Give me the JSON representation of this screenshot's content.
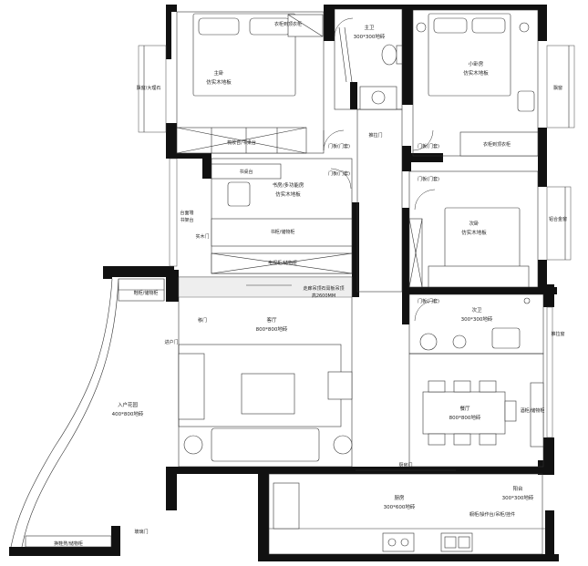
{
  "rooms": {
    "master_bedroom": {
      "name": "主卧",
      "floor": "仿实木地板"
    },
    "master_bath": {
      "name": "主卫",
      "floor": "300*300地砖"
    },
    "small_bedroom": {
      "name": "小卧房",
      "floor": "仿实木地板"
    },
    "study": {
      "name": "书房/多功能房",
      "floor": "仿实木地板"
    },
    "second_bedroom": {
      "name": "次卧",
      "floor": "仿实木地板"
    },
    "guest_bath": {
      "name": "次卫",
      "floor": "300*300地砖"
    },
    "living_room": {
      "name": "客厅",
      "floor": "800*800地砖"
    },
    "dining_room": {
      "name": "餐厅",
      "floor": "800*800地砖"
    },
    "entrance_garden": {
      "name": "入户花园",
      "floor": "400*800地砖"
    },
    "kitchen": {
      "name": "厨房",
      "floor": "300*600地砖"
    },
    "balcony": {
      "name": "阳台",
      "floor": "300*300地砖"
    }
  },
  "notes": {
    "master_wardrobe": "衣柜到顶衣柜",
    "dressing_table": "梳妆台/书桌台",
    "small_wardrobe": "衣柜到顶衣柜",
    "bay_window_left": "飘窗/大理石",
    "bay_window_right": "飘窗",
    "window_right": "铝合金窗",
    "master_door": "门板(门套)",
    "door_label_2": "门板(门套)",
    "door_label_3": "门板(门套)",
    "door_label_4": "门板(门套)",
    "door_label_5": "门板(门套)",
    "sliding_door": "推拉门",
    "study_desk": "书桌台",
    "study_cabinet": "书柜/储物柜",
    "study_shelf": "电视柜/储物柜",
    "study_left_1": "台面墙",
    "study_left_2": "书架台",
    "study_left_3": "实木门",
    "shoe_cabinet": "鞋柜/储物柜",
    "corridor_ceiling": "走廊吊顶石膏板吊顶",
    "corridor_height": "高2600MM",
    "entry_door": "进户门",
    "side_cabinet": "酒柜/储物柜",
    "kitchen_counter": "橱柜/操作台/吊柜/挂件",
    "kitchen_door": "厨房门",
    "garden_bench": "换鞋凳/储物柜",
    "glass_door": "玻璃门",
    "kitchen_sliding": "移门",
    "right_window_2": "推拉窗"
  },
  "icons": {
    "bed": "double-bed-icon",
    "toilet": "toilet-icon",
    "chair": "chair-icon",
    "plant": "potted-plant-icon",
    "stove": "stove-icon",
    "sink": "sink-icon"
  },
  "colors": {
    "wall": "#111111",
    "line": "#333333",
    "background": "#ffffff"
  }
}
